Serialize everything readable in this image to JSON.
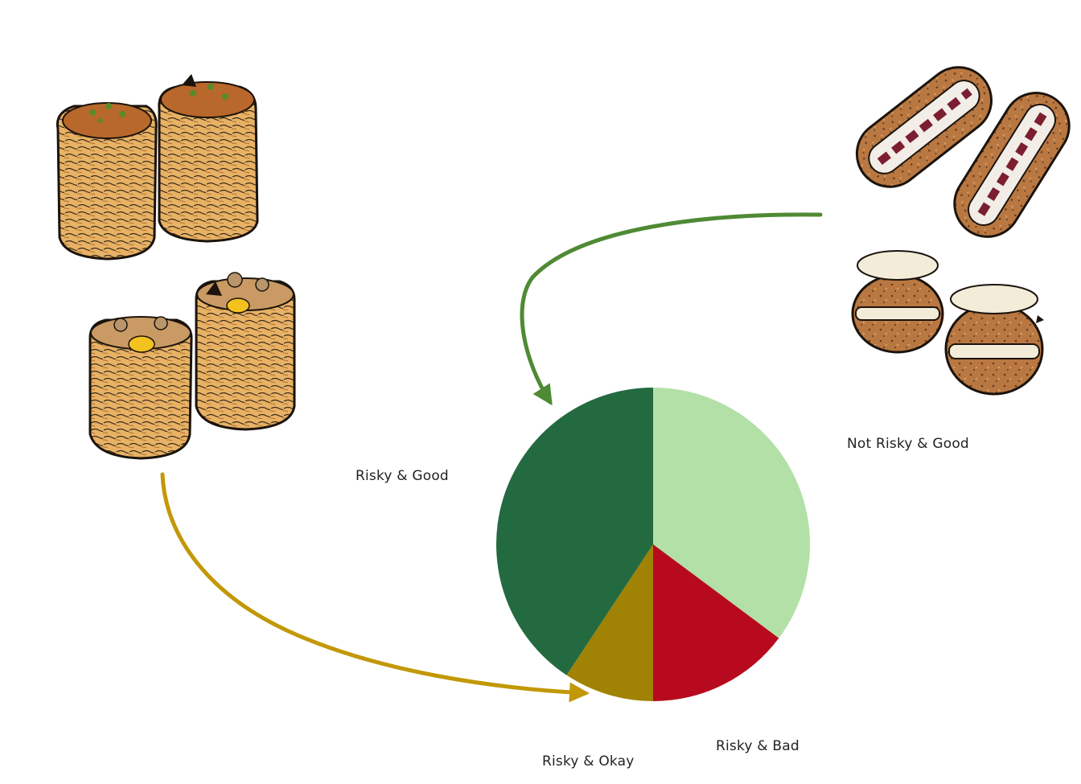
{
  "chart_data": {
    "type": "pie",
    "title": "",
    "start": "top",
    "direction": "clockwise",
    "legend": "none",
    "slices": [
      {
        "label": "Not Risky & Good",
        "value": 35.2,
        "color": "#b2e0a7"
      },
      {
        "label": "Risky & Bad",
        "value": 14.8,
        "color": "#b80a1e"
      },
      {
        "label": "Risky & Okay",
        "value": 9.3,
        "color": "#a08304"
      },
      {
        "label": "Risky & Good",
        "value": 40.7,
        "color": "#246a40"
      }
    ]
  },
  "illustrations": {
    "top_left": {
      "icon": "vol-au-vent-pastries-icon",
      "colors": [
        "#e8b265",
        "#3a2a1c",
        "#5a8a2a"
      ]
    },
    "bottom_left": {
      "icon": "vol-au-vent-egg-pastries-icon",
      "colors": [
        "#e8b265",
        "#f3c21f",
        "#3a2a1c"
      ]
    },
    "top_right": {
      "icon": "eclair-pastries-icon",
      "colors": [
        "#c99455",
        "#7a1e30",
        "#f2ede6"
      ]
    },
    "bottom_right": {
      "icon": "cream-puff-pastries-icon",
      "colors": [
        "#b97842",
        "#f3ecd9",
        "#3a2a1c"
      ]
    }
  },
  "arrows": {
    "green": {
      "icon": "curved-arrow-icon",
      "color": "#4f8a34"
    },
    "gold": {
      "icon": "curved-arrow-icon",
      "color": "#c29807"
    }
  }
}
